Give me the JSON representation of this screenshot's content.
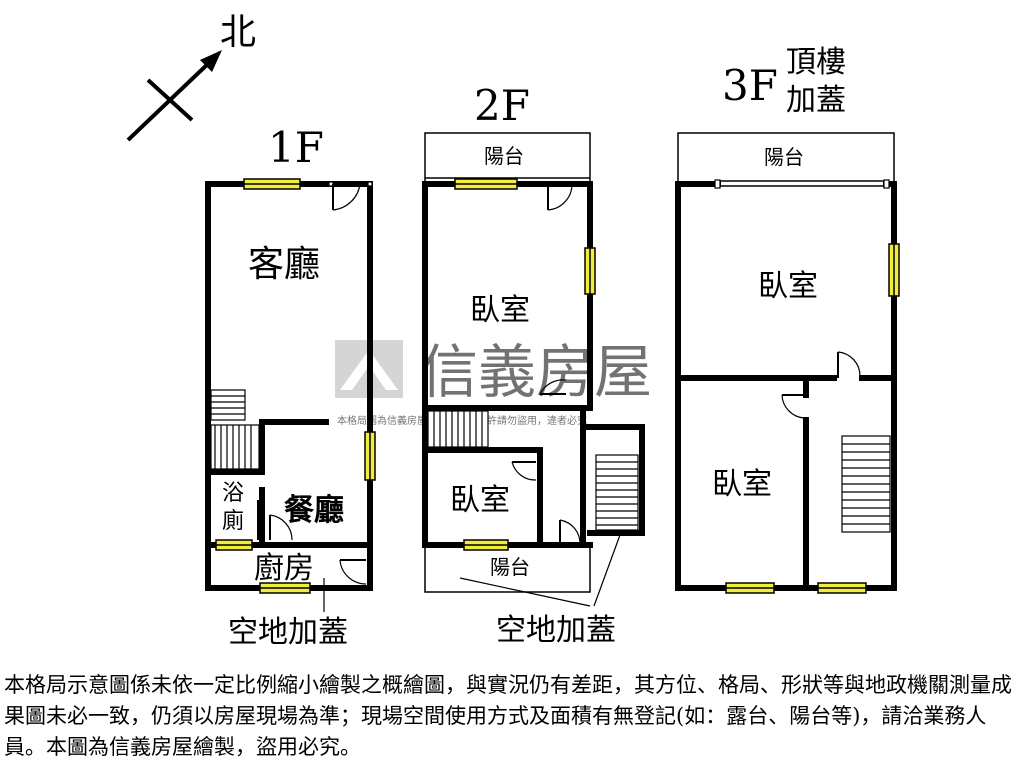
{
  "compass": {
    "label": "北"
  },
  "floors": {
    "f1": {
      "title": "1F",
      "rooms": {
        "living": "客廳",
        "dining": "餐廳",
        "bath_1": "浴",
        "bath_2": "廁",
        "kitchen": "廚房"
      },
      "annex": "空地加蓋"
    },
    "f2": {
      "title": "2F",
      "rooms": {
        "balcony_top": "陽台",
        "bedroom_main": "臥室",
        "bedroom_small": "臥室",
        "balcony_bottom": "陽台"
      },
      "annex": "空地加蓋"
    },
    "f3": {
      "title": "3F",
      "subtitle_1": "頂樓",
      "subtitle_2": "加蓋",
      "rooms": {
        "balcony_top": "陽台",
        "bedroom_top": "臥室",
        "bedroom_bottom": "臥室"
      }
    }
  },
  "watermark": {
    "brand": "信義房屋",
    "notice": "本格局圖為信義房屋繪製，未經允許請勿盜用，違者必究"
  },
  "disclaimer": "本格局示意圖係未依一定比例縮小繪製之概繪圖，與實況仍有差距，其方位、格局、形狀等與地政機關測量成果圖未必一致，仍須以房屋現場為準；現場空間使用方式及面積有無登記(如：露台、陽台等)，請洽業務人員。本圖為信義房屋繪製，盜用必究。",
  "colors": {
    "window_fill": "#f2ec3c",
    "wall": "#000000",
    "watermark": "#c8c8c8"
  }
}
